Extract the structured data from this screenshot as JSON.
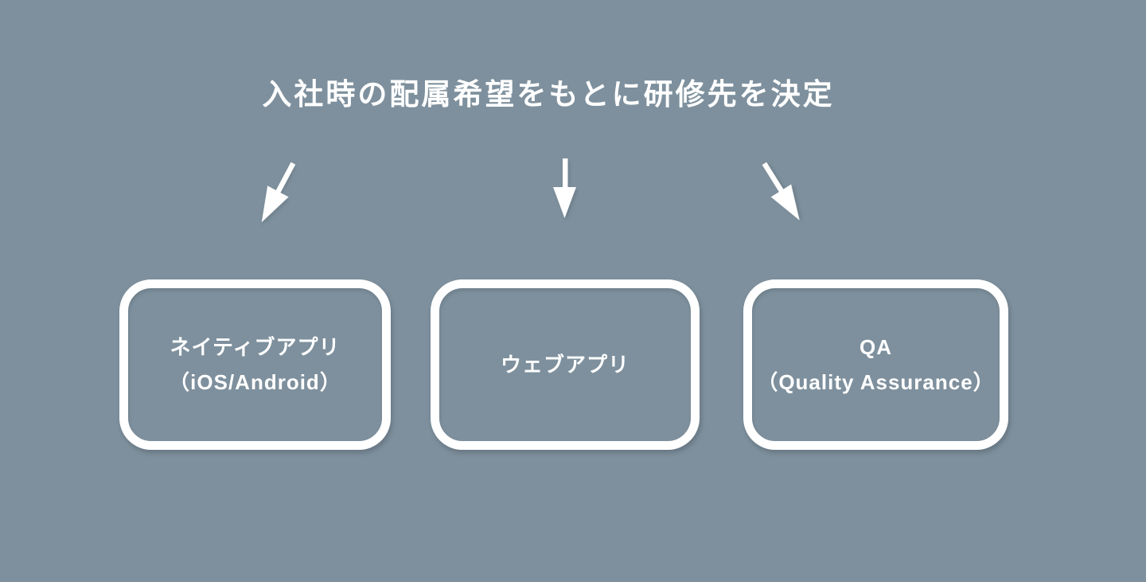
{
  "palette": {
    "background": "#7E909D",
    "foreground": "#FFFFFF"
  },
  "title": "入社時の配属希望をもとに研修先を決定",
  "arrows": [
    {
      "name": "down-left-arrow",
      "direction": "down-left"
    },
    {
      "name": "down-arrow",
      "direction": "down"
    },
    {
      "name": "down-right-arrow",
      "direction": "down-right"
    }
  ],
  "boxes": [
    {
      "lines": {
        "0": "ネイティブアプリ",
        "1": "（iOS/Android）"
      }
    },
    {
      "lines": {
        "0": "ウェブアプリ"
      }
    },
    {
      "lines": {
        "0": "QA",
        "1": "（Quality Assurance）"
      }
    }
  ]
}
